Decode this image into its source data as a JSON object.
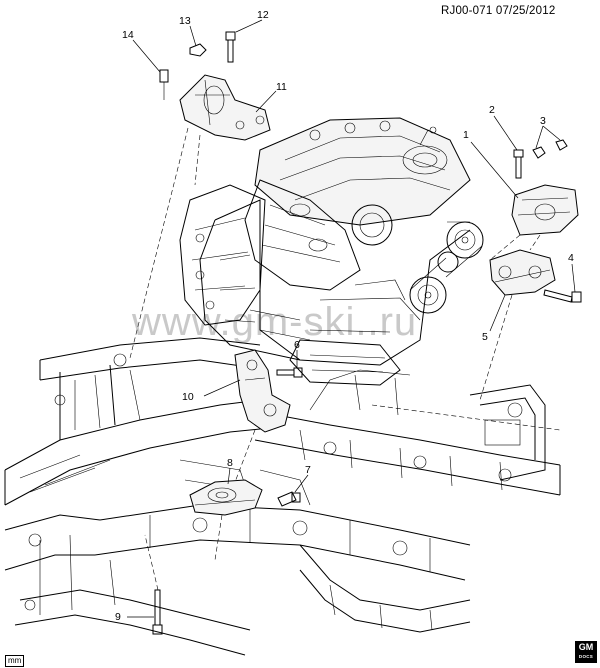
{
  "header": {
    "doc_id": "RJ00-071  07/25/2012"
  },
  "watermark": "www.gm-ski..ru",
  "unit_label": "mm",
  "logo": {
    "main": "GM",
    "sub": "DOCS"
  },
  "callouts": {
    "c1": "1",
    "c2": "2",
    "c3": "3",
    "c4": "4",
    "c5": "5",
    "c6": "6",
    "c7": "7",
    "c8": "8",
    "c9": "9",
    "c10": "10",
    "c11": "11",
    "c12": "12",
    "c13": "13",
    "c14": "14"
  }
}
